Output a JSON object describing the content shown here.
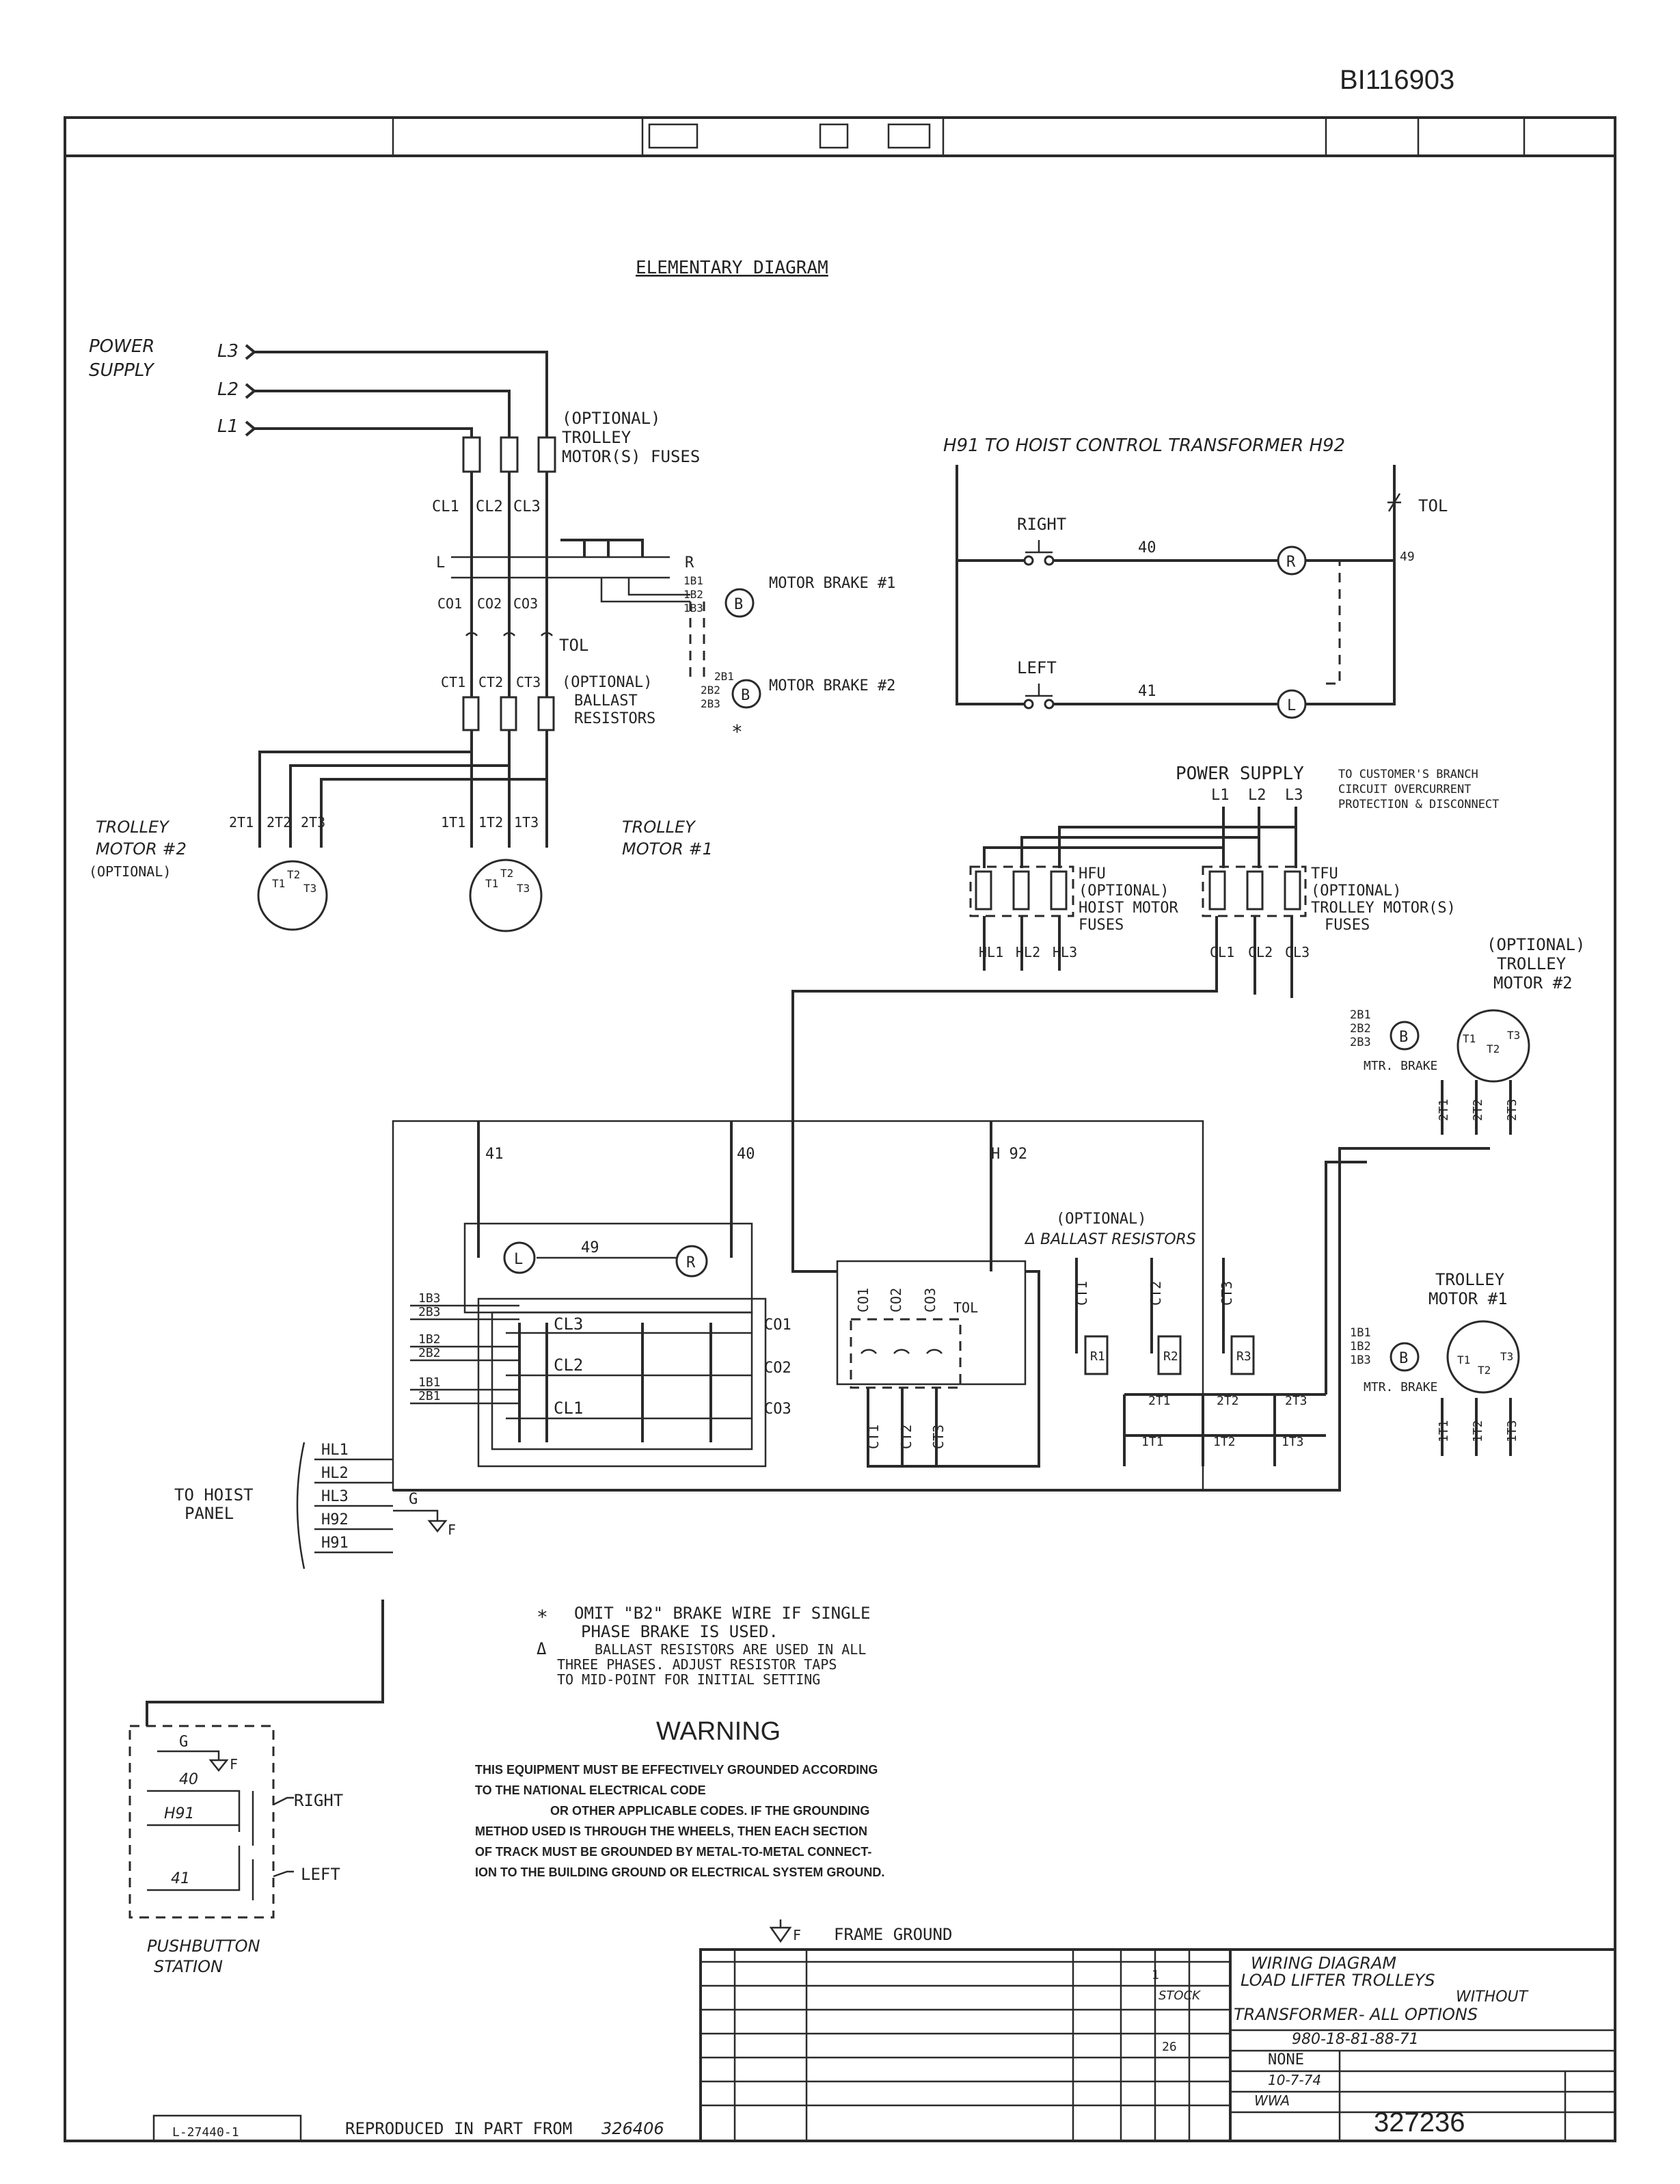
{
  "doc_id": "BI116903",
  "header_blank_title": "ELEMENTARY DIAGRAM",
  "power_supply": {
    "label_line1": "POWER",
    "label_line2": "SUPPLY",
    "l3": "L3",
    "l2": "L2",
    "l1": "L1",
    "fuses_note": [
      "(OPTIONAL)",
      "TROLLEY",
      "MOTOR(S) FUSES"
    ]
  },
  "contactor": {
    "cl": [
      "CL1",
      "CL2",
      "CL3"
    ],
    "l": "L",
    "r": "R",
    "co": [
      "CO1",
      "CO2",
      "CO3"
    ],
    "tol": "TOL",
    "ct": [
      "CT1",
      "CT2",
      "CT3"
    ],
    "ballast_note": [
      "(OPTIONAL)",
      "BALLAST",
      "RESISTORS"
    ],
    "brake1_wires": [
      "1B1",
      "1B2",
      "1B3"
    ],
    "brake2_wires": [
      "2B1",
      "2B2",
      "2B3"
    ],
    "motor_brake1": "MOTOR BRAKE #1",
    "motor_brake2": "MOTOR BRAKE #2",
    "brake_symbol": "B",
    "asterisk": "*"
  },
  "motors_left": {
    "motor2_label": [
      "TROLLEY",
      "MOTOR #2",
      "(OPTIONAL)"
    ],
    "motor2_terms": [
      "2T1",
      "2T2",
      "2T3"
    ],
    "motor1_label": [
      "TROLLEY",
      "MOTOR #1"
    ],
    "motor1_terms": [
      "1T1",
      "1T2",
      "1T3"
    ],
    "winding": [
      "T1",
      "T2",
      "T3"
    ]
  },
  "control": {
    "title": "H91  TO HOIST CONTROL TRANSFORMER  H92",
    "tol": "TOL",
    "right": "RIGHT",
    "left": "LEFT",
    "wire40": "40",
    "wire41": "41",
    "wire49": "49",
    "coil_r": "R",
    "coil_l": "L"
  },
  "supply_right": {
    "label": "POWER  SUPPLY",
    "note": [
      "TO CUSTOMER'S BRANCH",
      "CIRCUIT OVERCURRENT",
      "PROTECTION & DISCONNECT"
    ],
    "lines": [
      "L1",
      "L2",
      "L3"
    ],
    "hfu": [
      "HFU",
      "(OPTIONAL)",
      "HOIST MOTOR",
      "FUSES"
    ],
    "tfu": [
      "TFU",
      "(OPTIONAL)",
      "TROLLEY MOTOR(S)",
      "FUSES"
    ],
    "hl": [
      "HL1",
      "HL2",
      "HL3"
    ],
    "cl": [
      "CL1",
      "CL2",
      "CL3"
    ]
  },
  "panel": {
    "w41": "41",
    "w40": "40",
    "h92": "H 92",
    "w49": "49",
    "cl": [
      "CL3",
      "CL2",
      "CL1"
    ],
    "co": [
      "CO1",
      "CO2",
      "CO3"
    ],
    "co_v": [
      "CO1",
      "CO2",
      "CO3"
    ],
    "ct_v": [
      "CT1",
      "CT2",
      "CT3"
    ],
    "tol": "TOL",
    "brake_wires": [
      "1B3",
      "2B3",
      "1B2",
      "2B2",
      "1B1",
      "2B1"
    ],
    "ballast_note": [
      "(OPTIONAL)",
      "Δ BALLAST RESISTORS"
    ],
    "ct_res": [
      "CT1",
      "CT2",
      "CT3"
    ],
    "res": [
      "R1",
      "R2",
      "R3"
    ],
    "t2": [
      "2T1",
      "2T2",
      "2T3"
    ],
    "t1": [
      "1T1",
      "1T2",
      "1T3"
    ]
  },
  "motors_right": {
    "motor2_label": [
      "(OPTIONAL)",
      "TROLLEY",
      "MOTOR #2"
    ],
    "motor2_brake_wires": [
      "2B1",
      "2B2",
      "2B3"
    ],
    "motor1_label": [
      "TROLLEY",
      "MOTOR #1"
    ],
    "motor1_brake_wires": [
      "1B1",
      "1B2",
      "1B3"
    ],
    "mtr_brake": "MTR. BRAKE",
    "terms2": [
      "2T1",
      "2T2",
      "2T3"
    ],
    "terms1": [
      "1T1",
      "1T2",
      "1T3"
    ]
  },
  "hoist_panel": {
    "label": [
      "TO HOIST",
      "PANEL"
    ],
    "wires": [
      "HL1",
      "HL2",
      "HL3",
      "H92",
      "H91"
    ],
    "g": "G",
    "f": "F"
  },
  "notes": {
    "n1": [
      "OMIT \"B2\" BRAKE WIRE IF SINGLE",
      "PHASE BRAKE IS USED."
    ],
    "n2": [
      "BALLAST RESISTORS ARE USED IN ALL",
      "THREE PHASES. ADJUST RESISTOR TAPS",
      "TO MID-POINT FOR INITIAL SETTING"
    ],
    "sym_ast": "*",
    "sym_delta": "Δ"
  },
  "warning": {
    "title": "WARNING",
    "lines": [
      "THIS EQUIPMENT MUST BE EFFECTIVELY GROUNDED ACCORDING",
      "TO THE NATIONAL ELECTRICAL CODE",
      "OR OTHER APPLICABLE CODES. IF THE GROUNDING",
      "METHOD USED IS THROUGH THE WHEELS, THEN EACH SECTION",
      "OF TRACK MUST BE GROUNDED BY METAL-TO-METAL CONNECT-",
      "ION TO THE BUILDING GROUND OR ELECTRICAL SYSTEM GROUND."
    ]
  },
  "pushbutton": {
    "g": "G",
    "f": "F",
    "w40": "40",
    "h91": "H91",
    "w41": "41",
    "right": "RIGHT",
    "left": "LEFT",
    "label": [
      "PUSHBUTTON",
      "STATION"
    ]
  },
  "frame_ground": "FRAME GROUND",
  "title_block": {
    "title_lines": [
      "WIRING DIAGRAM",
      "LOAD LIFTER TROLLEYS",
      "WITHOUT",
      "TRANSFORMER- ALL OPTIONS"
    ],
    "model": "980-18-81-88-71",
    "stock": "STOCK",
    "scale": "NONE",
    "date": "10-7-74",
    "drawn": "WWA",
    "qty": "26",
    "one": "1",
    "drawing_no": "327236"
  },
  "bottom": {
    "reproduced": "REPRODUCED IN PART FROM",
    "reproduced_no": "326406",
    "ref_no": "L-27440-1"
  }
}
